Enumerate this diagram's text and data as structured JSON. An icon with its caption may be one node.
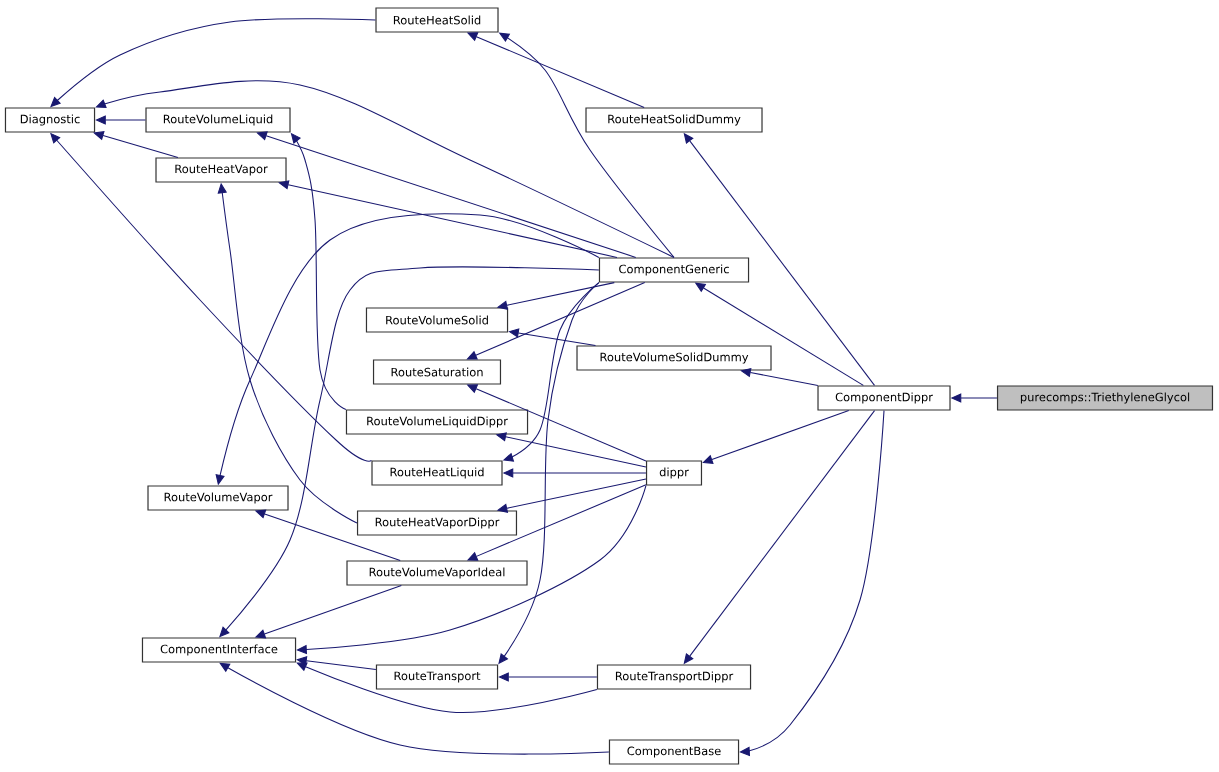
{
  "diagram": {
    "nodes": [
      {
        "text": [
          "Diagnostic"
        ]
      },
      {
        "text": [
          "RouteHeatSolid"
        ]
      },
      {
        "text": [
          "RouteVolumeLiquid"
        ]
      },
      {
        "text": [
          "RouteHeatVapor"
        ]
      },
      {
        "text": [
          "RouteHeatSolidDummy"
        ]
      },
      {
        "text": [
          "ComponentGeneric"
        ]
      },
      {
        "text": [
          "RouteVolumeSolid"
        ]
      },
      {
        "text": [
          "RouteVolumeSolidDummy"
        ]
      },
      {
        "text": [
          "RouteSaturation"
        ]
      },
      {
        "text": [
          "ComponentDippr"
        ]
      },
      {
        "text": [
          "purecomps::TriethyleneGlycol"
        ]
      },
      {
        "text": [
          "RouteVolumeLiquidDippr"
        ]
      },
      {
        "text": [
          "RouteHeatLiquid"
        ]
      },
      {
        "text": [
          "dippr"
        ]
      },
      {
        "text": [
          "RouteVolumeVapor"
        ]
      },
      {
        "text": [
          "RouteHeatVaporDippr"
        ]
      },
      {
        "text": [
          "RouteVolumeVaporIdeal"
        ]
      },
      {
        "text": [
          "ComponentInterface"
        ]
      },
      {
        "text": [
          "RouteTransport"
        ]
      },
      {
        "text": [
          "RouteTransportDippr"
        ]
      },
      {
        "text": [
          "ComponentBase"
        ]
      }
    ],
    "edges": [
      {
        "from": 1,
        "to": 0,
        "arrow": "to"
      },
      {
        "from": 2,
        "to": 0,
        "arrow": "to"
      },
      {
        "from": 3,
        "to": 0,
        "arrow": "to"
      },
      {
        "from": 5,
        "to": 0,
        "arrow": "to"
      },
      {
        "from": 12,
        "to": 0,
        "arrow": "to"
      },
      {
        "from": 5,
        "to": 1,
        "arrow": "to"
      },
      {
        "from": 4,
        "to": 1,
        "arrow": "to"
      },
      {
        "from": 5,
        "to": 2,
        "arrow": "to"
      },
      {
        "from": 11,
        "to": 2,
        "arrow": "to"
      },
      {
        "from": 5,
        "to": 3,
        "arrow": "to"
      },
      {
        "from": 15,
        "to": 3,
        "arrow": "to"
      },
      {
        "from": 9,
        "to": 4,
        "arrow": "to"
      },
      {
        "from": 5,
        "to": 14,
        "arrow": "to"
      },
      {
        "from": 5,
        "to": 17,
        "arrow": "to"
      },
      {
        "from": 5,
        "to": 6,
        "arrow": "to"
      },
      {
        "from": 5,
        "to": 8,
        "arrow": "to"
      },
      {
        "from": 5,
        "to": 12,
        "arrow": "to"
      },
      {
        "from": 5,
        "to": 18,
        "arrow": "to"
      },
      {
        "from": 9,
        "to": 5,
        "arrow": "to"
      },
      {
        "from": 7,
        "to": 6,
        "arrow": "to"
      },
      {
        "from": 9,
        "to": 7,
        "arrow": "to"
      },
      {
        "from": 13,
        "to": 8,
        "arrow": "to"
      },
      {
        "from": 10,
        "to": 9,
        "arrow": "to"
      },
      {
        "from": 13,
        "to": 11,
        "arrow": "to"
      },
      {
        "from": 13,
        "to": 12,
        "arrow": "to"
      },
      {
        "from": 9,
        "to": 13,
        "arrow": "to"
      },
      {
        "from": 13,
        "to": 15,
        "arrow": "to"
      },
      {
        "from": 13,
        "to": 16,
        "arrow": "to"
      },
      {
        "from": 13,
        "to": 17,
        "arrow": "to"
      },
      {
        "from": 16,
        "to": 14,
        "arrow": "to"
      },
      {
        "from": 16,
        "to": 17,
        "arrow": "to"
      },
      {
        "from": 18,
        "to": 17,
        "arrow": "to"
      },
      {
        "from": 19,
        "to": 17,
        "arrow": "to"
      },
      {
        "from": 20,
        "to": 17,
        "arrow": "to"
      },
      {
        "from": 19,
        "to": 18,
        "arrow": "to"
      },
      {
        "from": 9,
        "to": 19,
        "arrow": "to"
      },
      {
        "from": 9,
        "to": 20,
        "arrow": "to"
      }
    ]
  }
}
